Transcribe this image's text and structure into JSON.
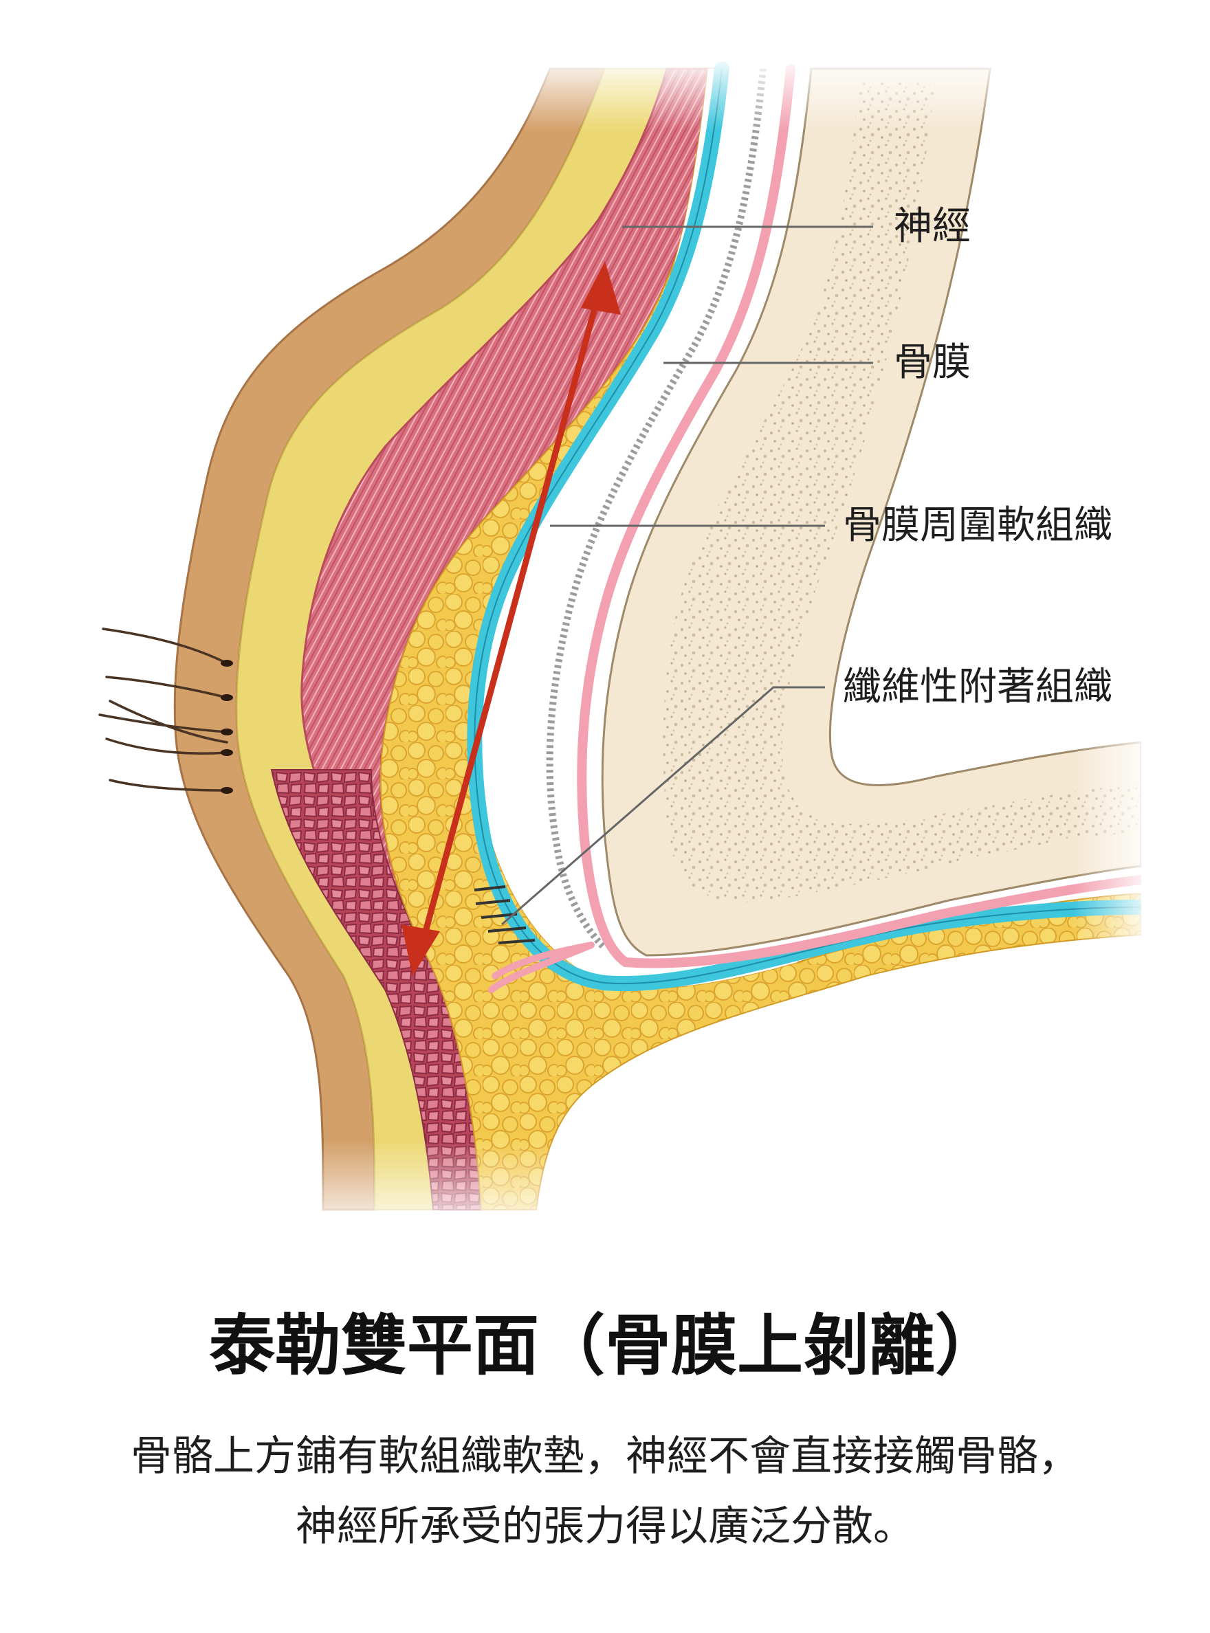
{
  "labels": {
    "nerve": "神經",
    "periosteum": "骨膜",
    "periosteal_soft_tissue": "骨膜周圍軟組織",
    "fibrous_attachment": "纖維性附著組織"
  },
  "title": "泰勒雙平面（骨膜上剝離）",
  "description": {
    "line1": "骨骼上方鋪有軟組織軟墊，神經不會直接接觸骨骼，",
    "line2": "神經所承受的張力得以廣泛分散。"
  },
  "colors": {
    "skin_outer": "#d4a06a",
    "dermis": "#ecd873",
    "muscle": "#d9707f",
    "muscle_dark": "#b8445a",
    "fat": "#f2c94c",
    "fat_dark": "#e0a92c",
    "nerve": "#3ec6dd",
    "periosteum": "#f3a0b0",
    "bone": "#f4e8d2",
    "bone_speckle": "#a99270",
    "arrow": "#c9301c",
    "leader": "#666666",
    "hair": "#4a3424"
  }
}
